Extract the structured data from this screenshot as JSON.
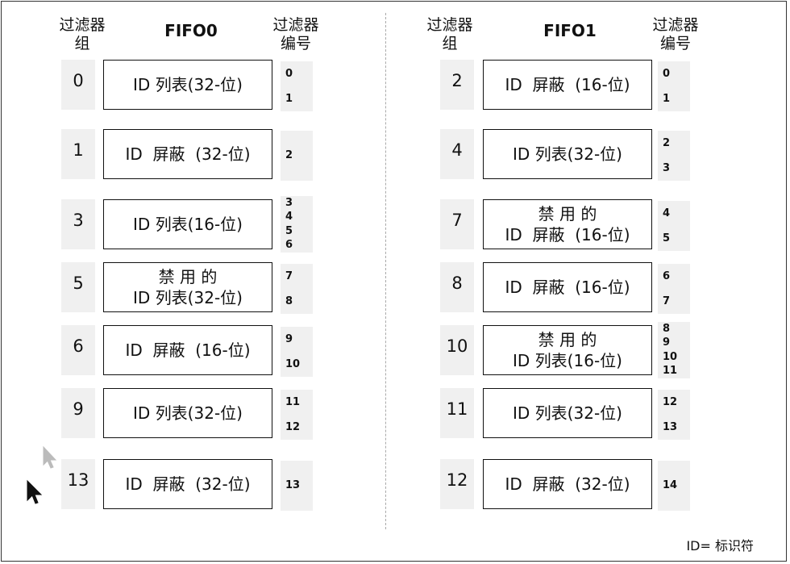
{
  "headers": {
    "left_group": [
      "过滤器",
      "组"
    ],
    "left_title": "FIFO0",
    "left_number": [
      "过滤器",
      "编号"
    ],
    "right_group": [
      "过滤器",
      "组"
    ],
    "right_title": "FIFO1",
    "right_number": [
      "过滤器",
      "编号"
    ]
  },
  "fifo0": [
    {
      "group": "0",
      "lines": [
        "ID 列表(32-位)"
      ],
      "numbers": [
        "0",
        "1"
      ]
    },
    {
      "group": "1",
      "lines": [
        "ID  屏蔽  (32-位)"
      ],
      "numbers": [
        "2"
      ]
    },
    {
      "group": "3",
      "lines": [
        "ID 列表(16-位)"
      ],
      "numbers": [
        "3",
        "4",
        "5",
        "6"
      ]
    },
    {
      "group": "5",
      "lines": [
        "禁 用 的",
        "ID 列表(32-位)"
      ],
      "numbers": [
        "7",
        "8"
      ]
    },
    {
      "group": "6",
      "lines": [
        "ID  屏蔽  (16-位)"
      ],
      "numbers": [
        "9",
        "10"
      ]
    },
    {
      "group": "9",
      "lines": [
        "ID 列表(32-位)"
      ],
      "numbers": [
        "11",
        "12"
      ]
    },
    {
      "group": "13",
      "lines": [
        "ID  屏蔽  (32-位)"
      ],
      "numbers": [
        "13"
      ]
    }
  ],
  "fifo1": [
    {
      "group": "2",
      "lines": [
        "ID  屏蔽  (16-位)"
      ],
      "numbers": [
        "0",
        "1"
      ]
    },
    {
      "group": "4",
      "lines": [
        "ID 列表(32-位)"
      ],
      "numbers": [
        "2",
        "3"
      ]
    },
    {
      "group": "7",
      "lines": [
        "禁 用 的",
        "ID  屏蔽  (16-位)"
      ],
      "numbers": [
        "4",
        "5"
      ]
    },
    {
      "group": "8",
      "lines": [
        "ID  屏蔽  (16-位)"
      ],
      "numbers": [
        "6",
        "7"
      ]
    },
    {
      "group": "10",
      "lines": [
        "禁 用 的",
        "ID 列表(16-位)"
      ],
      "numbers": [
        "8",
        "9",
        "10",
        "11"
      ]
    },
    {
      "group": "11",
      "lines": [
        "ID 列表(32-位)"
      ],
      "numbers": [
        "12",
        "13"
      ]
    },
    {
      "group": "12",
      "lines": [
        "ID  屏蔽  (32-位)"
      ],
      "numbers": [
        "14"
      ]
    }
  ],
  "legend": "ID= 标识符"
}
